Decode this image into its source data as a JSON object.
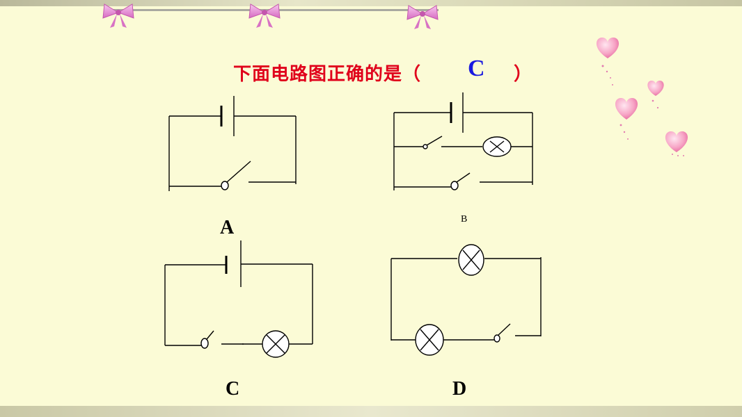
{
  "question": {
    "text": "下面电路图正确的是（",
    "answer": "C",
    "close_paren": "）"
  },
  "options": {
    "A": "A",
    "B": "B",
    "C": "C",
    "D": "D"
  },
  "colors": {
    "question": "#e0001b",
    "answer": "#1a1ae0",
    "background": "#fbfbd6",
    "heart": "#f7a6c6",
    "bow": "#e88ccd"
  },
  "decorations": {
    "bows": [
      "bow-icon",
      "bow-icon",
      "bow-icon"
    ],
    "hearts": [
      "heart-icon",
      "heart-icon",
      "heart-icon",
      "heart-icon"
    ]
  }
}
